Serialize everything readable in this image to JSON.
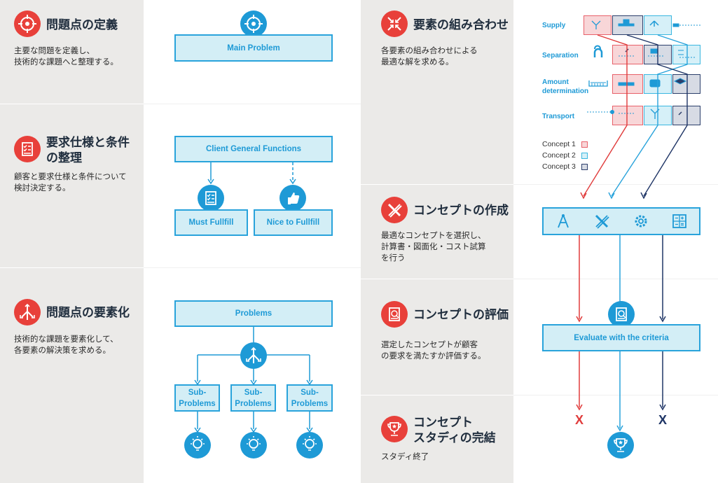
{
  "steps": [
    {
      "id": "define",
      "title": "問題点の定義",
      "desc": [
        "主要な問題を定義し、",
        "技術的な課題へと整理する。"
      ]
    },
    {
      "id": "requirements",
      "title": [
        "要求仕様と条件",
        "の整理"
      ],
      "desc": [
        "顧客と要求仕様と条件について",
        "検討決定する。"
      ]
    },
    {
      "id": "elements",
      "title": "問題点の要素化",
      "desc": [
        "技術的な課題を要素化して、",
        "各要素の解決策を求める。"
      ]
    },
    {
      "id": "combine",
      "title": "要素の組み合わせ",
      "desc": [
        "各要素の組み合わせによる",
        "最適な解を求める。"
      ]
    },
    {
      "id": "create",
      "title": "コンセプトの作成",
      "desc": [
        "最適なコンセプトを選択し、",
        "計算書・図面化・コスト試算",
        "を行う"
      ]
    },
    {
      "id": "evaluate",
      "title": "コンセプトの評価",
      "desc": [
        "選定したコンセプトが顧客",
        "の要求を満たすか評価する。"
      ]
    },
    {
      "id": "complete",
      "title": [
        "コンセプト",
        "スタディの完結"
      ],
      "desc": [
        "スタディ終了"
      ]
    }
  ],
  "diagrams": {
    "main_problem": "Main Problem",
    "client_functions": "Client General Functions",
    "must_fulfill": "Must Fullfill",
    "nice_to_fulfill": "Nice to Fullfill",
    "problems": "Problems",
    "sub_problem": [
      "Sub-",
      "Problems"
    ],
    "evaluate_box": "Evaluate with the criteria",
    "reject_mark": "X"
  },
  "matrix": {
    "rows": [
      {
        "label": [
          "Supply"
        ]
      },
      {
        "label": [
          "Separation"
        ]
      },
      {
        "label": [
          "Amount",
          "determination"
        ]
      },
      {
        "label": [
          "Transport"
        ]
      }
    ],
    "legend": [
      {
        "name": "Concept 1",
        "color": "#e8616a",
        "fill": "#f8d6d8"
      },
      {
        "name": "Concept 2",
        "color": "#3ab7e0",
        "fill": "#d6f0f8"
      },
      {
        "name": "Concept 3",
        "color": "#2c3f6b",
        "fill": "#d7dbe4"
      }
    ]
  },
  "colors": {
    "accent_red": "#e8403a",
    "accent_blue": "#1e9ad6",
    "box_fill": "#d3eef6",
    "panel_grey": "#ebeae8",
    "concept1": "#e03c3c",
    "concept2": "#29a3db",
    "concept3": "#1f3566"
  },
  "icons": {
    "define": "target-icon",
    "requirements": "checklist-icon",
    "elements": "split-arrows-icon",
    "combine": "converge-arrows-icon",
    "create": "pencil-ruler-icon",
    "evaluate": "evaluation-sheet-icon",
    "complete": "trophy-icon"
  }
}
